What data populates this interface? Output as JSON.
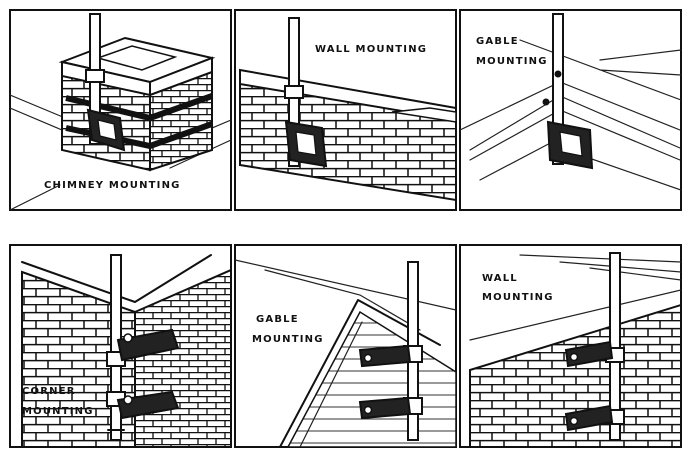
{
  "panels": [
    {
      "label_lines": [
        "CHIMNEY MOUNTING"
      ]
    },
    {
      "label_lines": [
        "WALL MOUNTING"
      ]
    },
    {
      "label_lines": [
        "GABLE",
        "MOUNTING"
      ]
    },
    {
      "label_lines": [
        "CORNER",
        "MOUNTING"
      ]
    },
    {
      "label_lines": [
        "GABLE",
        "MOUNTING"
      ]
    },
    {
      "label_lines": [
        "WALL",
        "MOUNTING"
      ]
    }
  ]
}
